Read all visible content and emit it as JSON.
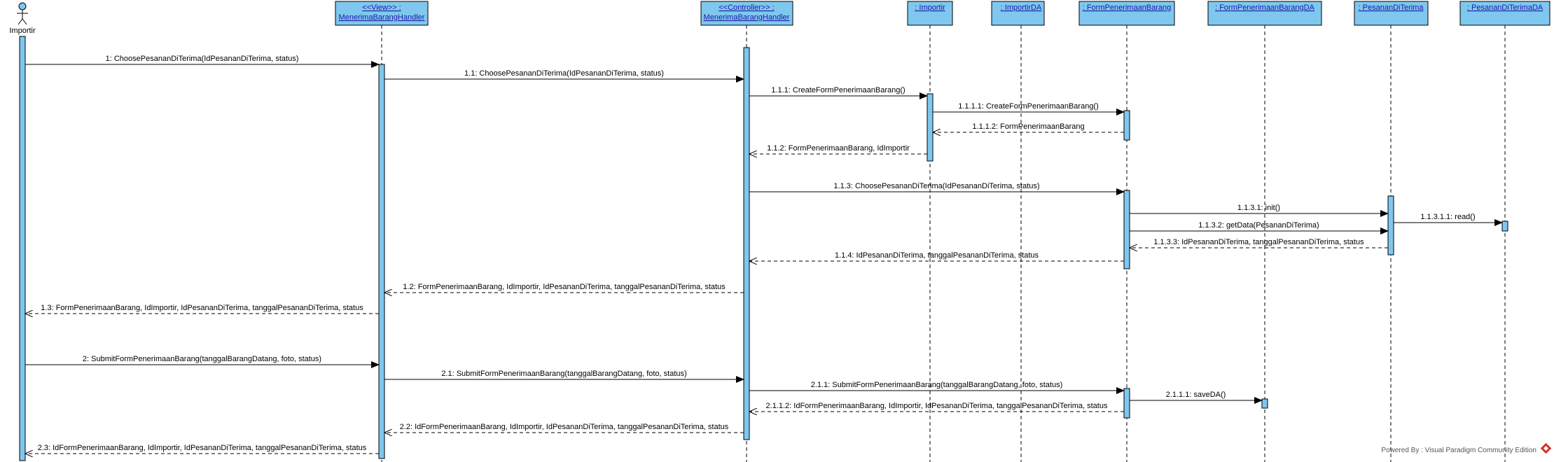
{
  "actor": {
    "name": "Importir"
  },
  "lifelines": [
    {
      "id": "view",
      "lines": [
        "<<View>> :",
        "MenerimaBarangHandler"
      ]
    },
    {
      "id": "ctrl",
      "lines": [
        "<<Controller>> :",
        "MenerimaBarangHandler"
      ]
    },
    {
      "id": "imp",
      "lines": [
        ": Importir"
      ]
    },
    {
      "id": "impda",
      "lines": [
        ": ImportirDA"
      ]
    },
    {
      "id": "form",
      "lines": [
        ": FormPenerimaanBarang"
      ]
    },
    {
      "id": "formda",
      "lines": [
        ": FormPenerimaanBarangDA"
      ]
    },
    {
      "id": "pes",
      "lines": [
        ": PesananDiTerima"
      ]
    },
    {
      "id": "pesda",
      "lines": [
        ": PesananDiTerimaDA"
      ]
    }
  ],
  "messages": [
    {
      "from": "actor",
      "to": "view",
      "type": "call",
      "label": "1: ChoosePesananDiTerima(IdPesananDiTerima, status)"
    },
    {
      "from": "view",
      "to": "ctrl",
      "type": "call",
      "label": "1.1: ChoosePesananDiTerima(IdPesananDiTerima, status)"
    },
    {
      "from": "ctrl",
      "to": "imp",
      "type": "call",
      "label": "1.1.1: CreateFormPenerimaanBarang()"
    },
    {
      "from": "imp",
      "to": "form",
      "type": "call",
      "label": "1.1.1.1: CreateFormPenerimaanBarang()"
    },
    {
      "from": "form",
      "to": "imp",
      "type": "return",
      "label": "1.1.1.2: FormPenerimaanBarang"
    },
    {
      "from": "imp",
      "to": "ctrl",
      "type": "return",
      "label": "1.1.2: FormPenerimaanBarang, IdImportir"
    },
    {
      "from": "ctrl",
      "to": "form",
      "type": "call",
      "label": "1.1.3: ChoosePesananDiTerima(IdPesananDiTerima, status)"
    },
    {
      "from": "form",
      "to": "pes",
      "type": "call",
      "label": "1.1.3.1: init()"
    },
    {
      "from": "pes",
      "to": "pesda",
      "type": "call",
      "label": "1.1.3.1.1: read()"
    },
    {
      "from": "form",
      "to": "pes",
      "type": "call",
      "label": "1.1.3.2: getData(PesananDiTerima)"
    },
    {
      "from": "pes",
      "to": "form",
      "type": "return",
      "label": "1.1.3.3: IdPesananDiTerima, tanggalPesananDiTerima, status"
    },
    {
      "from": "form",
      "to": "ctrl",
      "type": "return",
      "label": "1.1.4: IdPesananDiTerima, tanggalPesananDiTerima, status"
    },
    {
      "from": "ctrl",
      "to": "view",
      "type": "return",
      "label": "1.2: FormPenerimaanBarang, IdImportir, IdPesananDiTerima, tanggalPesananDiTerima, status"
    },
    {
      "from": "view",
      "to": "actor",
      "type": "return",
      "label": "1.3: FormPenerimaanBarang, IdImportir, IdPesananDiTerima, tanggalPesananDiTerima, status"
    },
    {
      "from": "actor",
      "to": "view",
      "type": "call",
      "label": "2: SubmitFormPenerimaanBarang(tanggalBarangDatang, foto, status)"
    },
    {
      "from": "view",
      "to": "ctrl",
      "type": "call",
      "label": "2.1: SubmitFormPenerimaanBarang(tanggalBarangDatang, foto, status)"
    },
    {
      "from": "ctrl",
      "to": "form",
      "type": "call",
      "label": "2.1.1: SubmitFormPenerimaanBarang(tanggalBarangDatang, foto, status)"
    },
    {
      "from": "form",
      "to": "formda",
      "type": "call",
      "label": "2.1.1.1: saveDA()"
    },
    {
      "from": "form",
      "to": "ctrl",
      "type": "return",
      "label": "2.1.1.2: IdFormPenerimaanBarang, IdImportir, IdPesananDiTerima, tanggalPesananDiTerima, status"
    },
    {
      "from": "ctrl",
      "to": "view",
      "type": "return",
      "label": "2.2: IdFormPenerimaanBarang, IdImportir, IdPesananDiTerima, tanggalPesananDiTerima, status"
    },
    {
      "from": "view",
      "to": "actor",
      "type": "return",
      "label": "2.3: IdFormPenerimaanBarang, IdImportir, IdPesananDiTerima, tanggalPesananDiTerima, status"
    }
  ],
  "footer": {
    "text": "Powered By : Visual Paradigm Community Edition"
  },
  "colors": {
    "box_fill": "#7fc7ee",
    "box_stroke": "#000000",
    "activation_fill": "#7fc7ee",
    "header_text": "#1a1aa6",
    "logo_red": "#d0342c"
  }
}
